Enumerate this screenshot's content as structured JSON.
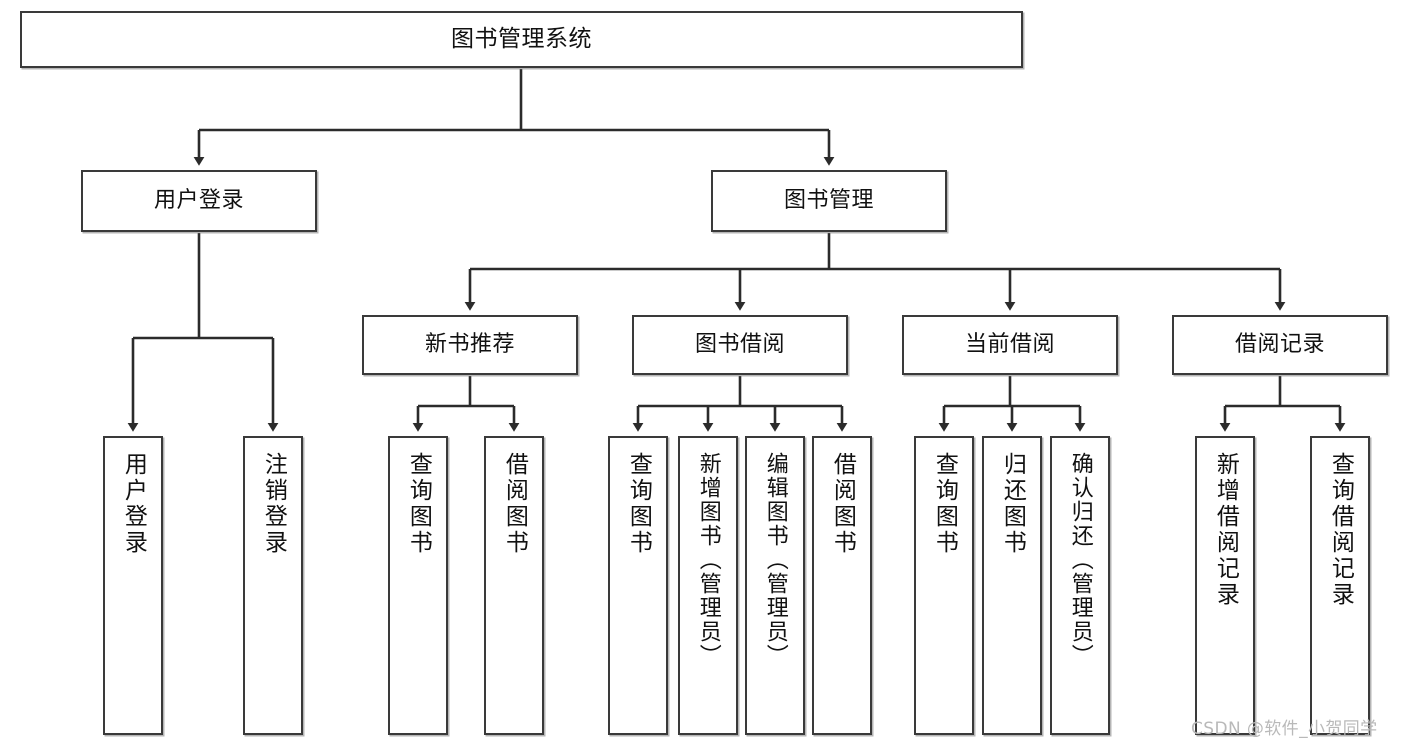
{
  "diagram": {
    "title": "图书管理系统",
    "type": "functional-structure-tree",
    "watermark": "CSDN @软件_小贺同学",
    "colors": {
      "background": "#ffffff",
      "node_border": "#3a3a3a",
      "node_fill": "#ffffff",
      "edge": "#2b2b2b",
      "text": "#111111",
      "watermark": "#b9b9b9"
    },
    "nodes": {
      "root": {
        "label": "图书管理系统"
      },
      "level2": [
        {
          "id": "user-login",
          "label": "用户登录"
        },
        {
          "id": "book-manage",
          "label": "图书管理"
        }
      ],
      "level3": [
        {
          "id": "new-book-recommend",
          "label": "新书推荐"
        },
        {
          "id": "book-borrow",
          "label": "图书借阅"
        },
        {
          "id": "current-borrow",
          "label": "当前借阅"
        },
        {
          "id": "borrow-record",
          "label": "借阅记录"
        }
      ],
      "leaves": [
        {
          "id": "leaf-user-login",
          "label": "用户登录",
          "parent": "user-login"
        },
        {
          "id": "leaf-user-logout",
          "label": "注销登录",
          "parent": "user-login"
        },
        {
          "id": "leaf-query-book-1",
          "label": "查询图书",
          "parent": "new-book-recommend"
        },
        {
          "id": "leaf-borrow-book-1",
          "label": "借阅图书",
          "parent": "new-book-recommend"
        },
        {
          "id": "leaf-query-book-2",
          "label": "查询图书",
          "parent": "book-borrow"
        },
        {
          "id": "leaf-add-book",
          "label": "新增图书（管理员）",
          "parent": "book-borrow"
        },
        {
          "id": "leaf-edit-book",
          "label": "编辑图书（管理员）",
          "parent": "book-borrow"
        },
        {
          "id": "leaf-borrow-book-2",
          "label": "借阅图书",
          "parent": "book-borrow"
        },
        {
          "id": "leaf-query-book-3",
          "label": "查询图书",
          "parent": "current-borrow"
        },
        {
          "id": "leaf-return-book",
          "label": "归还图书",
          "parent": "current-borrow"
        },
        {
          "id": "leaf-confirm-return",
          "label": "确认归还（管理员）",
          "parent": "current-borrow"
        },
        {
          "id": "leaf-add-record",
          "label": "新增借阅记录",
          "parent": "borrow-record"
        },
        {
          "id": "leaf-query-record",
          "label": "查询借阅记录",
          "parent": "borrow-record"
        }
      ]
    }
  }
}
